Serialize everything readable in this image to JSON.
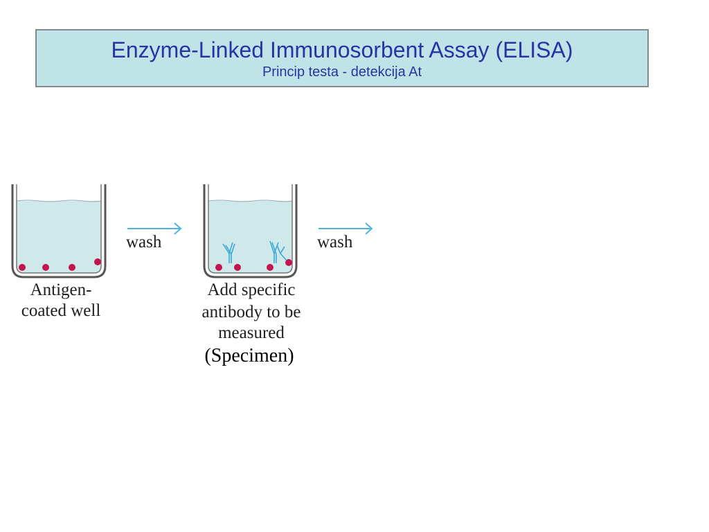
{
  "title": {
    "main": "Enzyme-Linked Immunosorbent Assay (ELISA)",
    "subtitle": "Princip testa - detekcija At"
  },
  "steps": [
    {
      "label_lines": [
        "Antigen-",
        "coated well"
      ]
    },
    {
      "label_lines": [
        "Add specific",
        "antibody to be",
        "measured"
      ],
      "note": "(Specimen)"
    }
  ],
  "arrows": [
    {
      "label": "wash"
    },
    {
      "label": "wash"
    }
  ],
  "colors": {
    "title_bg": "#bfe3e6",
    "title_border": "#808a8f",
    "title_text": "#2a33a3",
    "liquid": "#cfe9ea",
    "well_outline": "#555555",
    "antigen": "#c4144f",
    "antibody": "#3aa8d8",
    "arrow": "#4cb3e0"
  }
}
